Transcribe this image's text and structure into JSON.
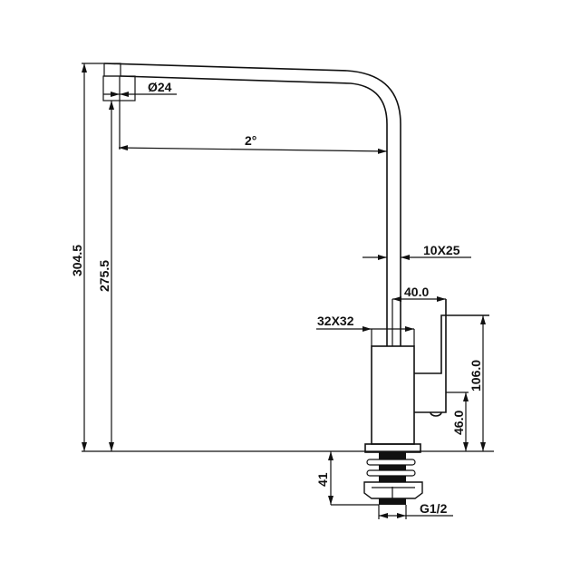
{
  "title": "Faucet technical dimension drawing",
  "dimensions": {
    "spout_diameter": "Ø24",
    "spout_angle": "2°",
    "total_height": "304.5",
    "spout_height": "275.5",
    "pipe_section": "10X25",
    "handle_offset": "40.0",
    "body_section": "32X32",
    "handle_height": "106.0",
    "handle_low": "46.0",
    "shank_length": "41",
    "thread": "G1/2"
  },
  "colors": {
    "line": "#111111",
    "background": "#ffffff"
  }
}
